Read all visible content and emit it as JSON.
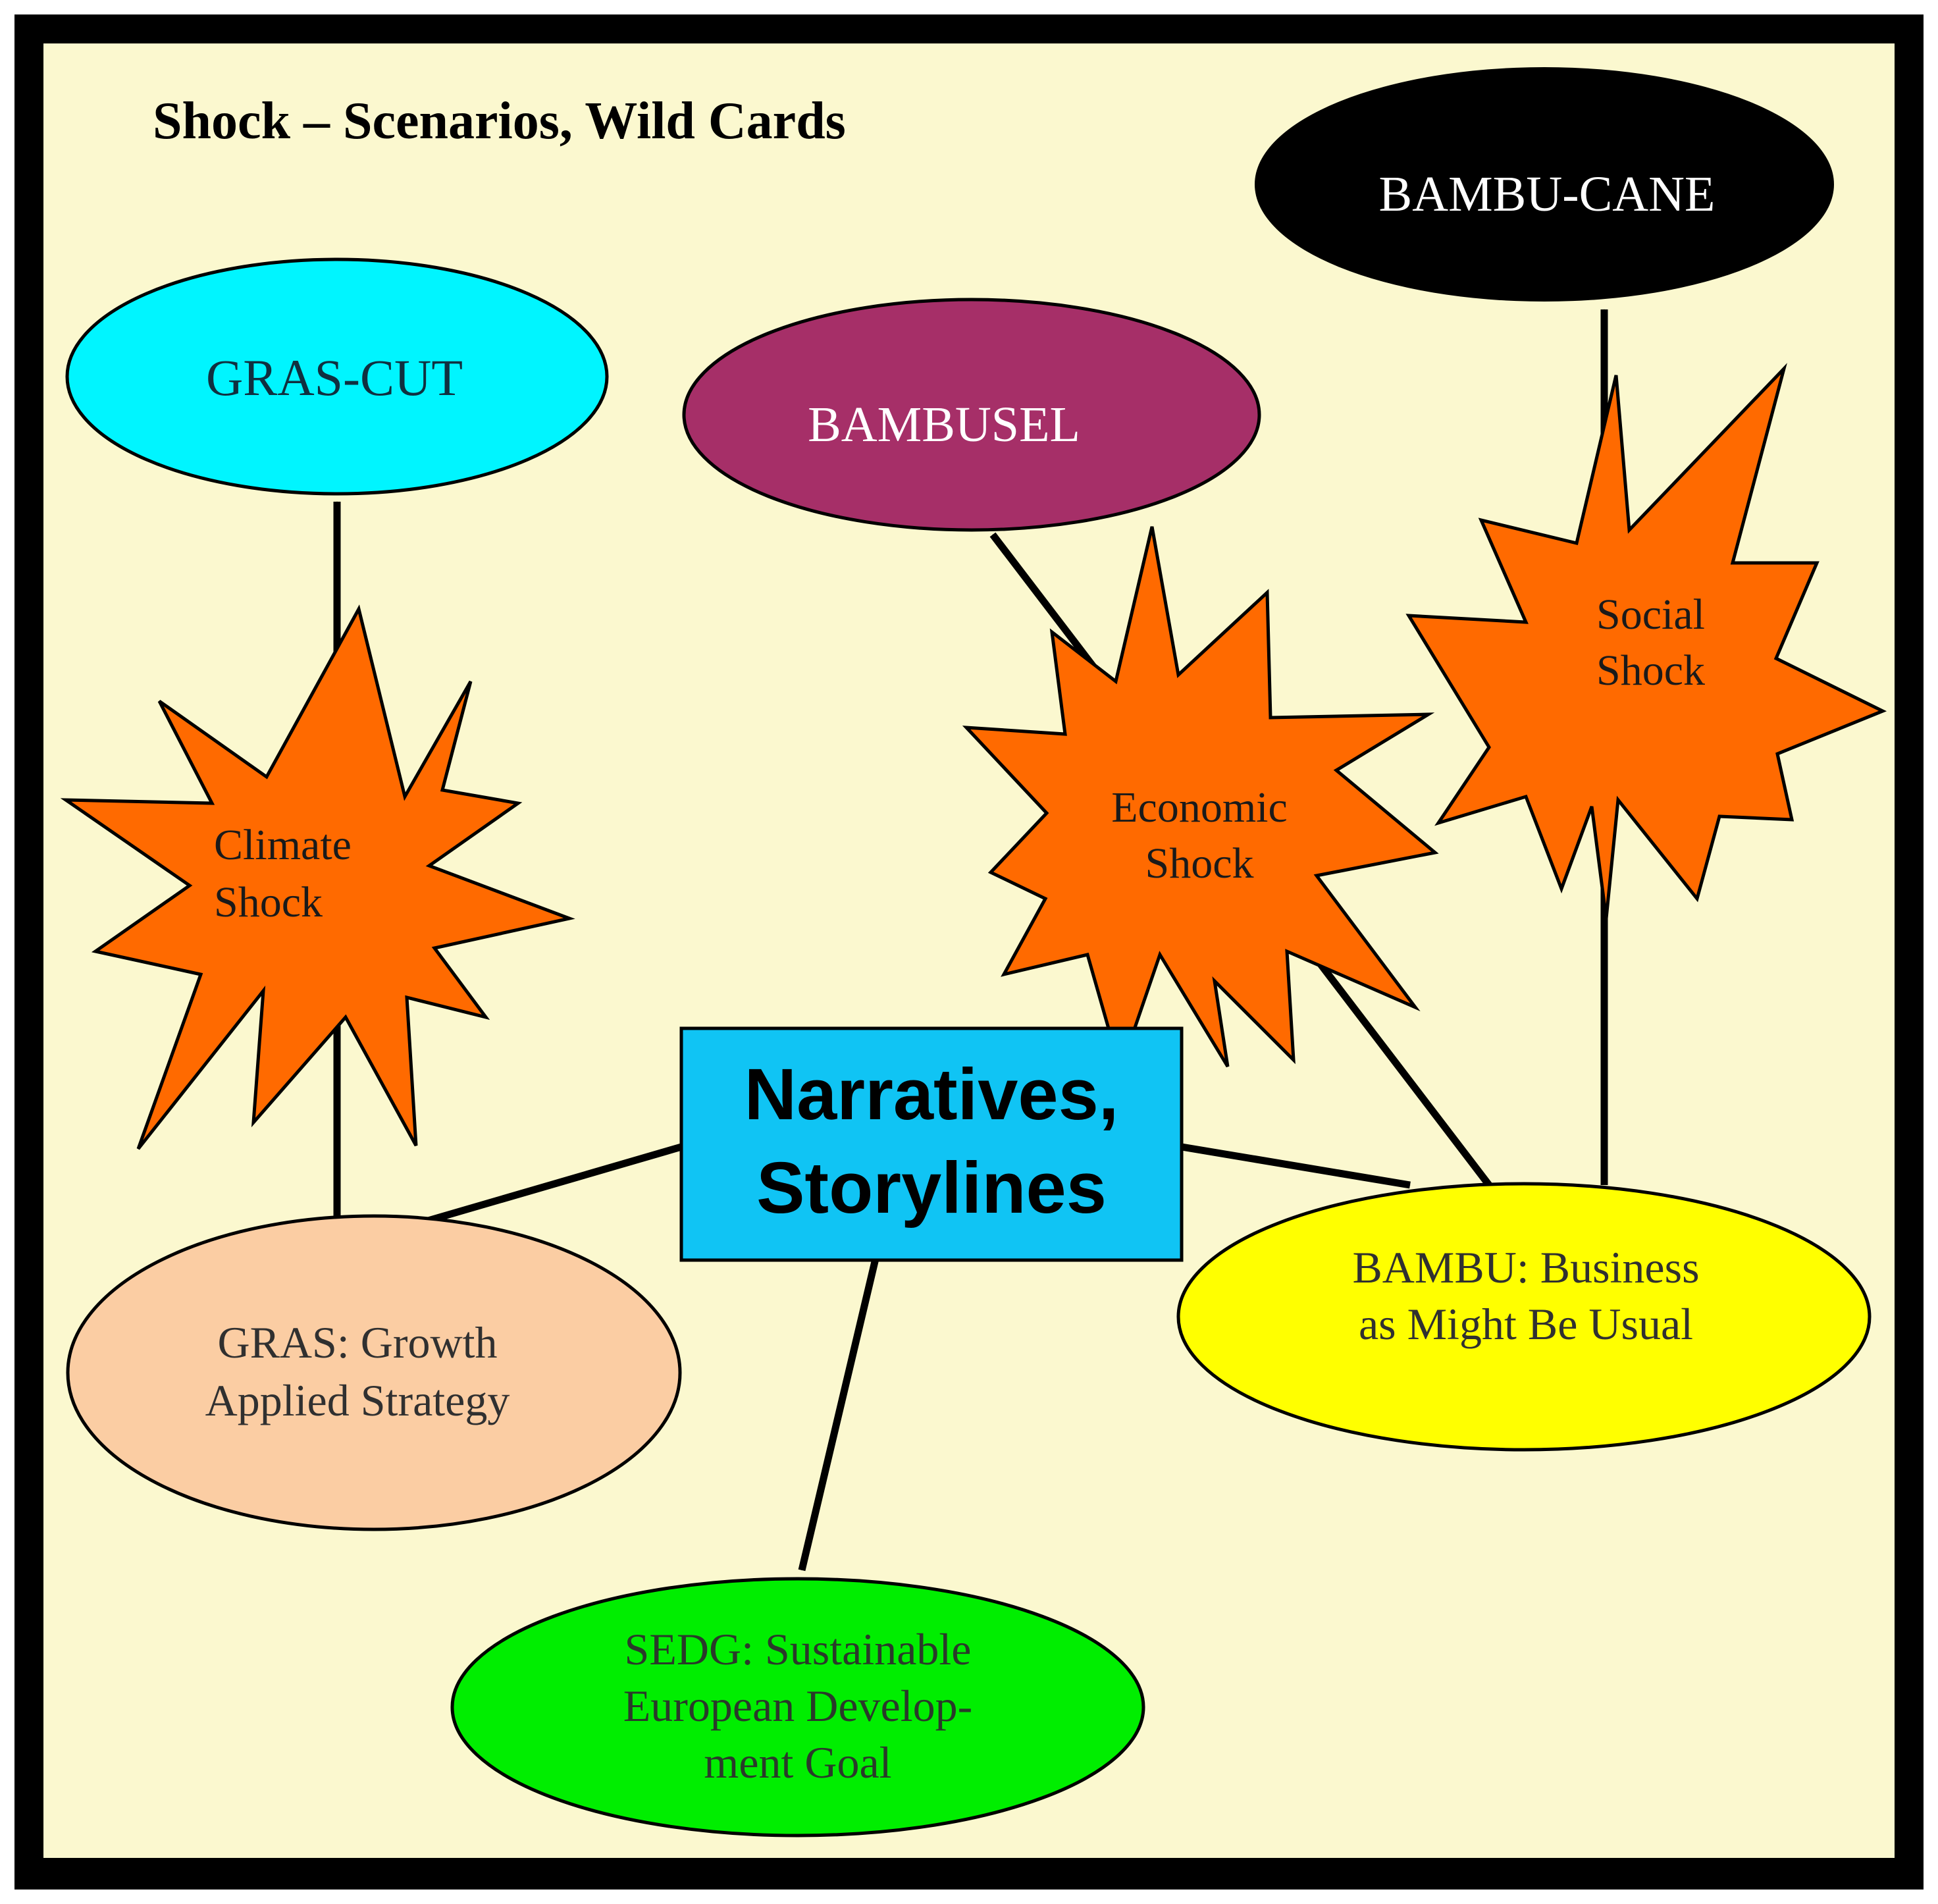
{
  "title": "Shock – Scenarios, Wild Cards",
  "colors": {
    "frame": "#000000",
    "background": "#fbf8cf",
    "shock": "#ff6a00",
    "gras_cut": "#00f5ff",
    "bambusel": "#a62f68",
    "bambu_cane": "#000000",
    "center": "#10c4f4",
    "gras": "#fbcda3",
    "bambu": "#ffff00",
    "sedg": "#00ee00"
  },
  "nodes": {
    "bambu_cane": {
      "label": "BAMBU-CANE"
    },
    "gras_cut": {
      "label": "GRAS-CUT"
    },
    "bambusel": {
      "label": "BAMBUSEL"
    },
    "climate_shock": {
      "line1": "Climate",
      "line2": "Shock"
    },
    "economic_shock": {
      "line1": "Economic",
      "line2": "Shock"
    },
    "social_shock": {
      "line1": "Social",
      "line2": "Shock"
    },
    "center": {
      "line1": "Narratives,",
      "line2": "Storylines"
    },
    "gras": {
      "line1": "GRAS: Growth",
      "line2": "Applied Strategy"
    },
    "bambu": {
      "line1": "BAMBU: Business",
      "line2": "as Might Be Usual"
    },
    "sedg": {
      "line1": "SEDG: Sustainable",
      "line2": "European Develop-",
      "line3": "ment Goal"
    }
  }
}
